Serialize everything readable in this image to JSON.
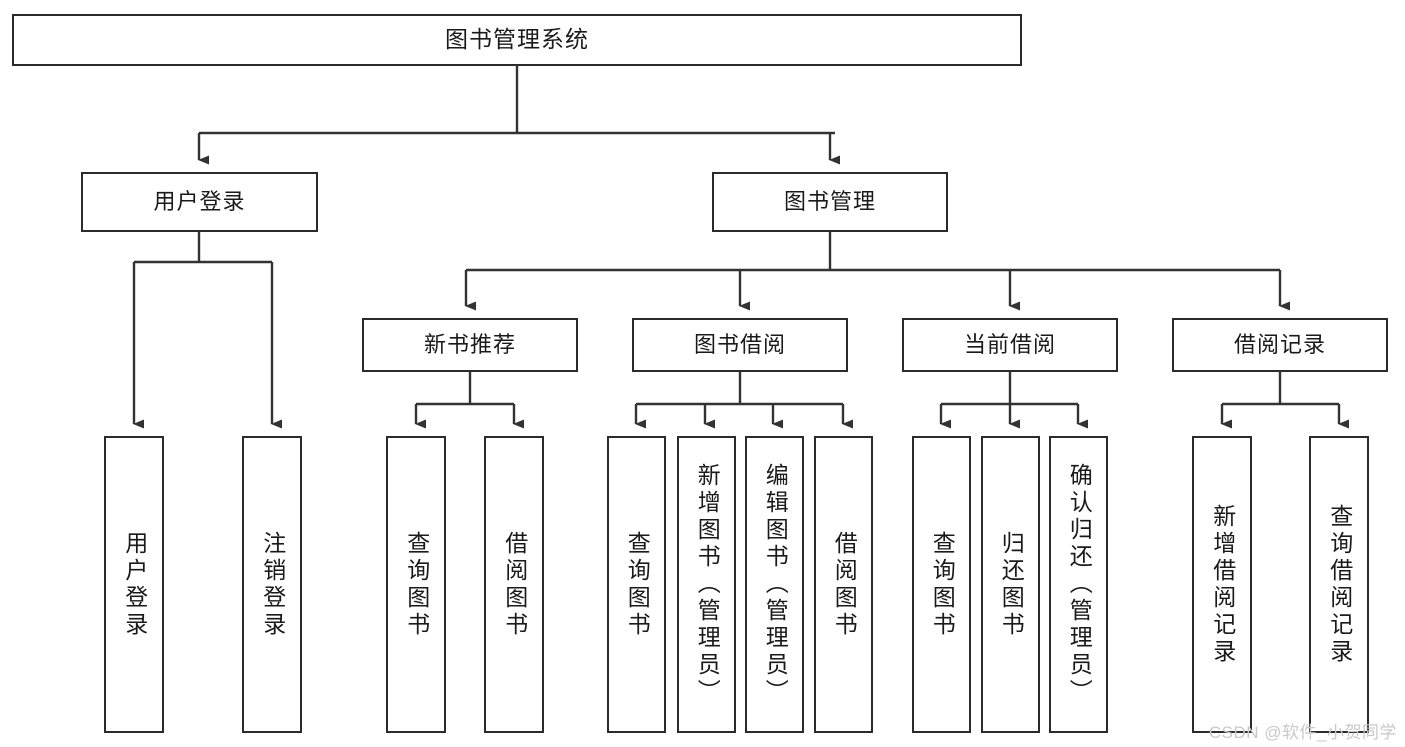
{
  "diagram": {
    "title": "图书管理系统",
    "type": "tree",
    "watermark": "CSDN @软件_小贺同学",
    "colors": {
      "background": "#ffffff",
      "node_fill": "#ffffff",
      "node_stroke": "#2b2b2b",
      "edge": "#333333",
      "text": "#1a1a1a",
      "watermark": "#c9c9c9"
    },
    "root": {
      "id": "root",
      "label": "图书管理系统"
    },
    "level1": [
      {
        "id": "login",
        "label": "用户登录"
      },
      {
        "id": "bookmgmt",
        "label": "图书管理"
      }
    ],
    "level2": [
      {
        "id": "newbook",
        "label": "新书推荐",
        "parent": "bookmgmt"
      },
      {
        "id": "borrow",
        "label": "图书借阅",
        "parent": "bookmgmt"
      },
      {
        "id": "current",
        "label": "当前借阅",
        "parent": "bookmgmt"
      },
      {
        "id": "record",
        "label": "借阅记录",
        "parent": "bookmgmt"
      }
    ],
    "leaves": [
      {
        "id": "leaf-user-login",
        "label": "用户登录",
        "parent": "login"
      },
      {
        "id": "leaf-user-logout",
        "label": "注销登录",
        "parent": "login"
      },
      {
        "id": "leaf-nb-query",
        "label": "查询图书",
        "parent": "newbook"
      },
      {
        "id": "leaf-nb-borrow",
        "label": "借阅图书",
        "parent": "newbook"
      },
      {
        "id": "leaf-bo-query",
        "label": "查询图书",
        "parent": "borrow"
      },
      {
        "id": "leaf-bo-add",
        "label": "新增图书（管理员）",
        "parent": "borrow"
      },
      {
        "id": "leaf-bo-edit",
        "label": "编辑图书（管理员）",
        "parent": "borrow"
      },
      {
        "id": "leaf-bo-borrow",
        "label": "借阅图书",
        "parent": "borrow"
      },
      {
        "id": "leaf-cu-query",
        "label": "查询图书",
        "parent": "current"
      },
      {
        "id": "leaf-cu-return",
        "label": "归还图书",
        "parent": "current"
      },
      {
        "id": "leaf-cu-confirm",
        "label": "确认归还（管理员）",
        "parent": "current"
      },
      {
        "id": "leaf-re-add",
        "label": "新增借阅记录",
        "parent": "record"
      },
      {
        "id": "leaf-re-query",
        "label": "查询借阅记录",
        "parent": "record"
      }
    ]
  }
}
